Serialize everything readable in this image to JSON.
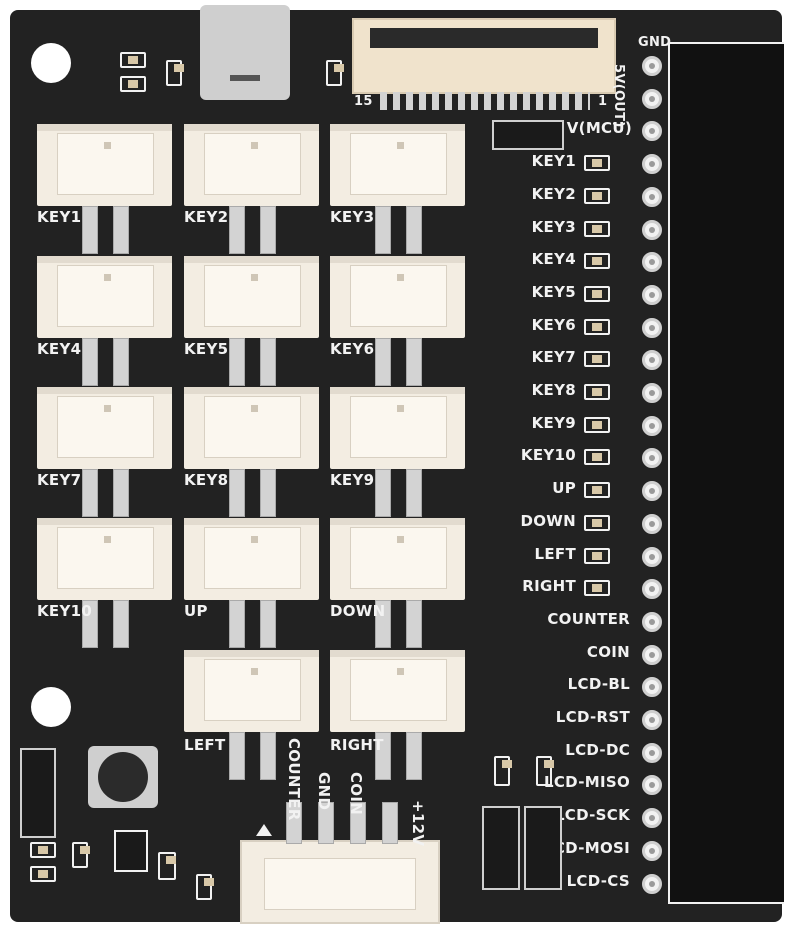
{
  "keys": [
    {
      "label": "KEY1"
    },
    {
      "label": "KEY2"
    },
    {
      "label": "KEY3"
    },
    {
      "label": "KEY4"
    },
    {
      "label": "KEY5"
    },
    {
      "label": "KEY6"
    },
    {
      "label": "KEY7"
    },
    {
      "label": "KEY8"
    },
    {
      "label": "KEY9"
    },
    {
      "label": "KEY10"
    },
    {
      "label": "UP"
    },
    {
      "label": "DOWN"
    },
    {
      "label": "LEFT"
    },
    {
      "label": "RIGHT"
    }
  ],
  "pins": [
    {
      "label": "GND"
    },
    {
      "label": "5V(OUT)"
    },
    {
      "label": "V(MCU)"
    },
    {
      "label": "KEY1"
    },
    {
      "label": "KEY2"
    },
    {
      "label": "KEY3"
    },
    {
      "label": "KEY4"
    },
    {
      "label": "KEY5"
    },
    {
      "label": "KEY6"
    },
    {
      "label": "KEY7"
    },
    {
      "label": "KEY8"
    },
    {
      "label": "KEY9"
    },
    {
      "label": "KEY10"
    },
    {
      "label": "UP"
    },
    {
      "label": "DOWN"
    },
    {
      "label": "LEFT"
    },
    {
      "label": "RIGHT"
    },
    {
      "label": "COUNTER"
    },
    {
      "label": "COIN"
    },
    {
      "label": "LCD-BL"
    },
    {
      "label": "LCD-RST"
    },
    {
      "label": "LCD-DC"
    },
    {
      "label": "LCD-MISO"
    },
    {
      "label": "LCD-SCK"
    },
    {
      "label": "LCD-MOSI"
    },
    {
      "label": "LCD-CS"
    }
  ],
  "fpc": {
    "left": "15",
    "right": "1"
  },
  "power": {
    "counter": "COUNTER",
    "gnd": "GND",
    "coin": "COIN",
    "v12": "+12V"
  }
}
